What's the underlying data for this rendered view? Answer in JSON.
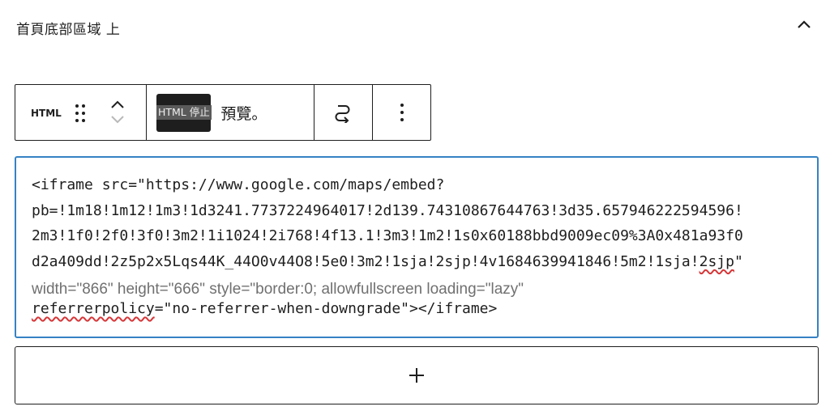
{
  "panel": {
    "title": "首頁底部區域 上"
  },
  "toolbar": {
    "block_label": "HTML",
    "html_toggle_label": "HTML 停止",
    "preview_label": "預覽。"
  },
  "editor": {
    "line1": "<iframe src=\"https://www.google.com/maps/embed?",
    "line2": "pb=!1m18!1m12!1m3!1d3241.7737224964017!2d139.74310867644763!3d35.657946222594596!",
    "line3": "2m3!1f0!2f0!3f0!3m2!1i1024!2i768!4f13.1!3m3!1m2!1s0x60188bbd9009ec09%3A0x481a93f0",
    "line4_start": "d2a409dd!2z5p2x5Lqs44K_44O0v44O8!5e0!3m2!1sja!2sjp!4v1684639941846!5m2!1sja!",
    "line4_squiggle": "2sjp",
    "line4_end": "\"",
    "attrs": "width=\"866\" height=\"666\" style=\"border:0; allowfullscreen loading=\"lazy\"",
    "last_squiggle": "referrerpolicy",
    "last_rest": "=\"no-referrer-when-downgrade\"></iframe>"
  },
  "icons": {
    "collapse": "chevron-up-icon",
    "drag": "drag-handle-icon",
    "move_up": "chevron-up-icon",
    "move_down": "chevron-down-icon",
    "transform": "transform-icon",
    "options": "more-vertical-icon",
    "add": "plus-icon"
  },
  "colors": {
    "focus_border": "#3582c4",
    "spell_error": "#d63638",
    "toggle_bg": "#1e1e1e"
  }
}
